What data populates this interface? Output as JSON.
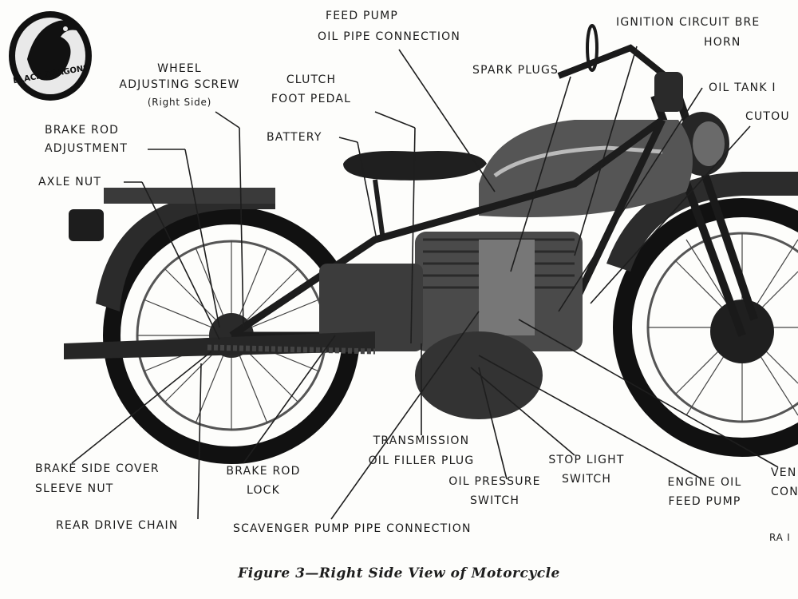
{
  "logo": {
    "text": "BLACK DRAGONS",
    "icon": "dragon-emblem"
  },
  "caption": "Figure 3—Right Side View of Motorcycle",
  "labels": {
    "feed_pump": [
      "FEED PUMP",
      "OIL PIPE CONNECTION"
    ],
    "ignition": "IGNITION CIRCUIT BRE",
    "horn": "HORN",
    "oil_tank": "OIL TANK I",
    "cutout": "CUTOU",
    "spark_plugs": "SPARK PLUGS",
    "clutch": [
      "CLUTCH",
      "FOOT PEDAL"
    ],
    "wheel_adj": [
      "WHEEL",
      "ADJUSTING SCREW",
      "(Right Side)"
    ],
    "battery": "BATTERY",
    "brake_rod_adj": [
      "BRAKE ROD",
      "ADJUSTMENT"
    ],
    "axle_nut": "AXLE NUT",
    "brake_side_cover": [
      "BRAKE SIDE COVER",
      "SLEEVE NUT"
    ],
    "brake_rod_lock": [
      "BRAKE ROD",
      "LOCK"
    ],
    "transmission": [
      "TRANSMISSION",
      "OIL FILLER PLUG"
    ],
    "stop_light": [
      "STOP LIGHT",
      "SWITCH"
    ],
    "oil_pressure": [
      "OIL PRESSURE",
      "SWITCH"
    ],
    "engine_oil": [
      "ENGINE OIL",
      "FEED PUMP"
    ],
    "ven": [
      "VEN",
      "CON"
    ],
    "rear_chain": "REAR DRIVE CHAIN",
    "scavenger": "SCAVENGER PUMP PIPE CONNECTION",
    "ra": "RA I"
  }
}
